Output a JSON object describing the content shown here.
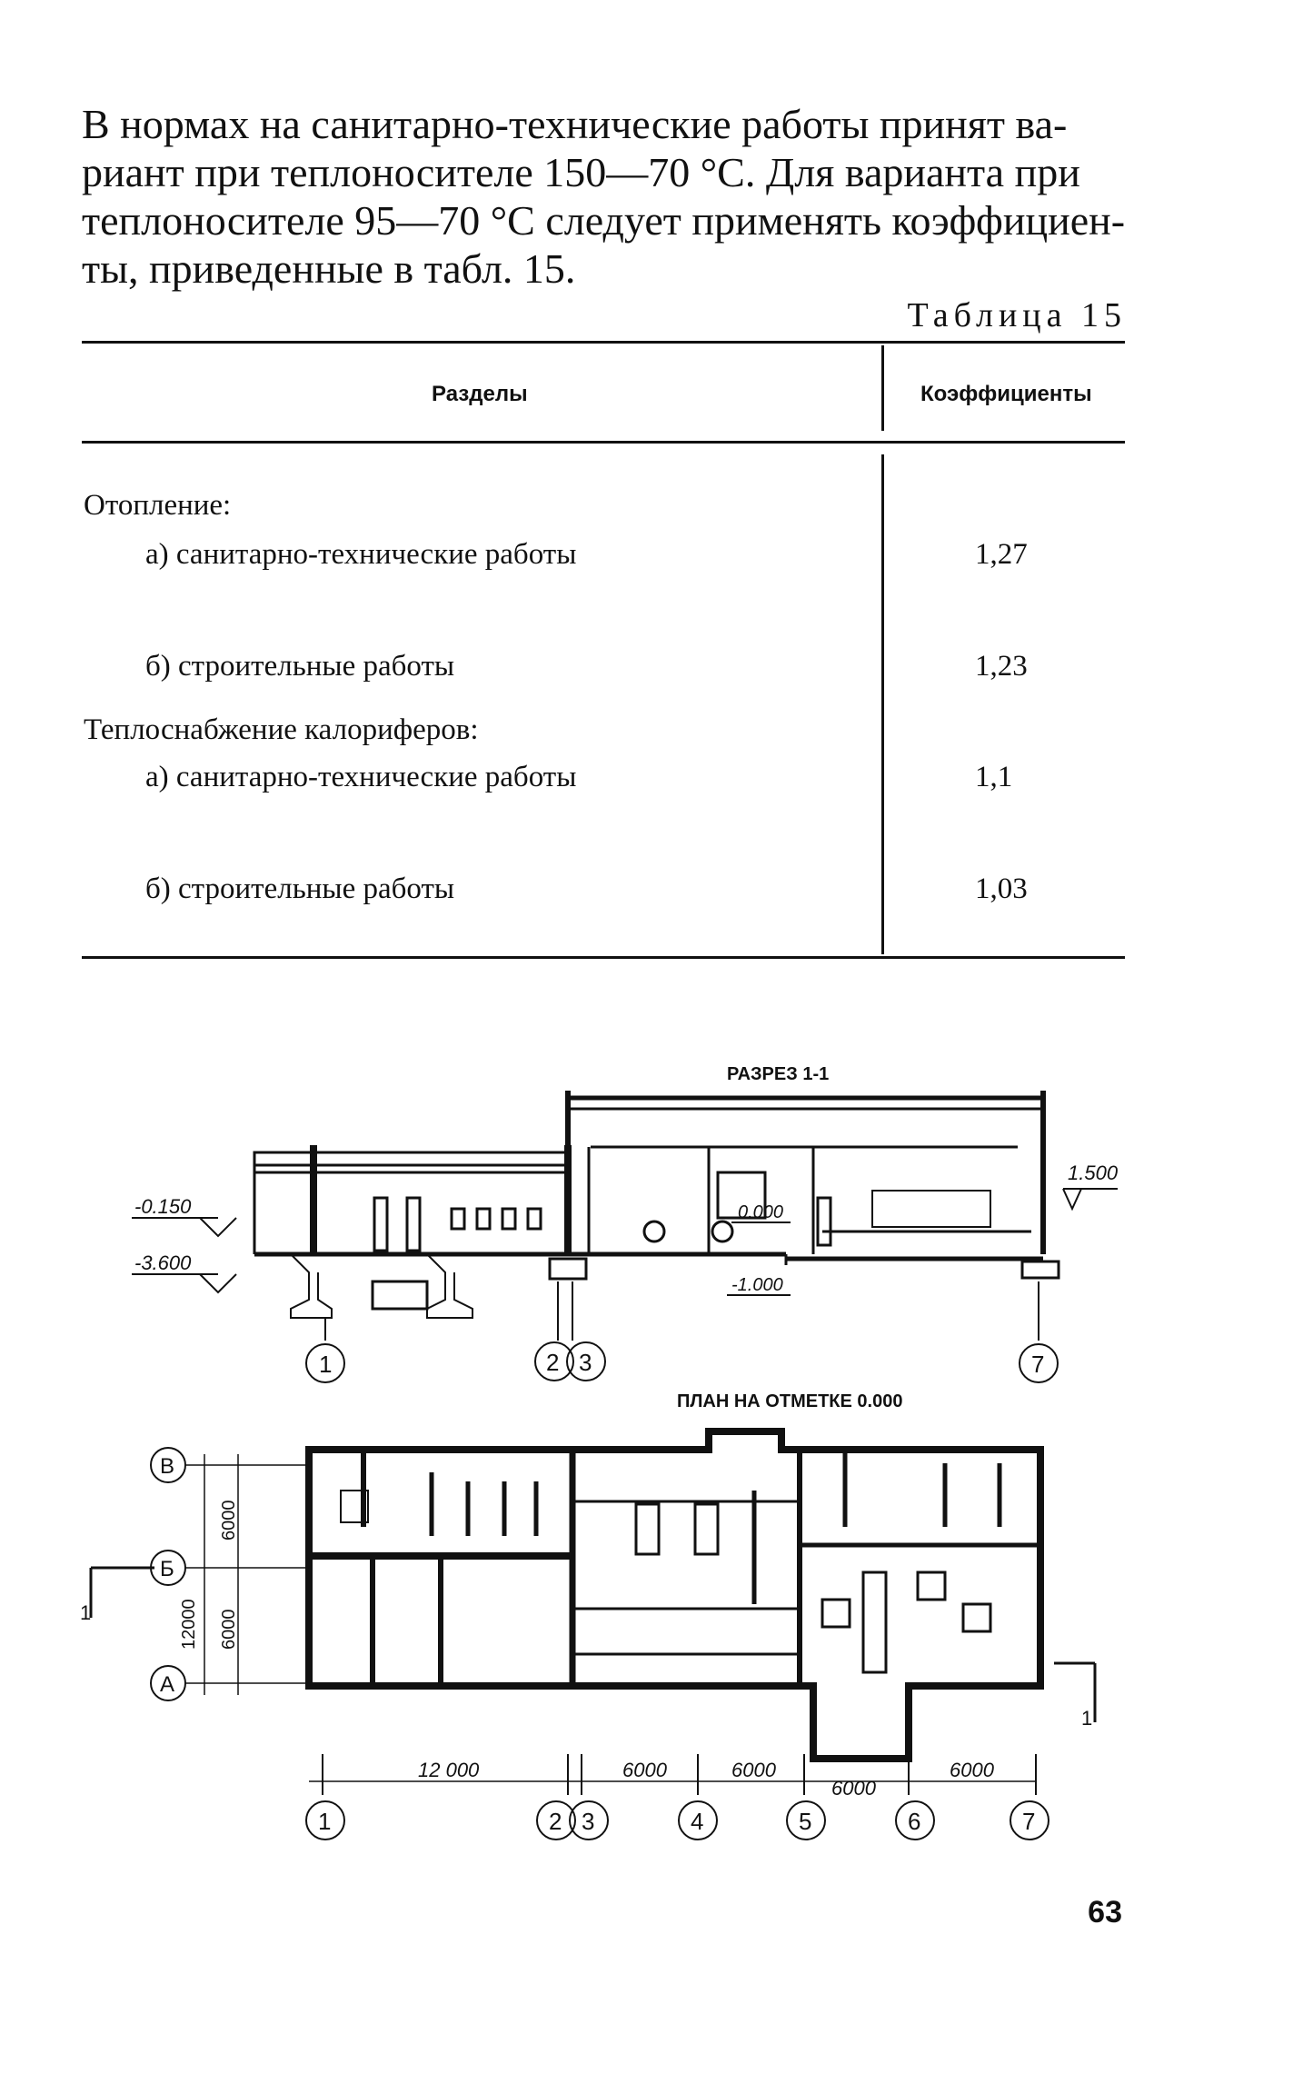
{
  "paragraph": [
    "В нормах на санитарно-технические работы принят ва-",
    "риант при теплоносителе 150—70 °С. Для варианта при",
    "теплоносителе 95—70 °С следует применять коэффициен-",
    "ты, приведенные в табл. 15."
  ],
  "table": {
    "caption": "Таблица 15",
    "headers": {
      "sections": "Разделы",
      "coefficients": "Коэффициенты"
    },
    "rows": [
      {
        "label": "Отопление:",
        "value": ""
      },
      {
        "label": "а) санитарно-технические работы",
        "value": "1,27"
      },
      {
        "label": "б) строительные работы",
        "value": "1,23"
      },
      {
        "label": "Теплоснабжение калориферов:",
        "value": ""
      },
      {
        "label": "а) санитарно-технические работы",
        "value": "1,1"
      },
      {
        "label": "б) строительные работы",
        "value": "1,03"
      }
    ]
  },
  "drawing": {
    "section_title": "РАЗРЕЗ 1-1",
    "plan_title": "ПЛАН НА ОТМЕТКЕ 0.000",
    "section_elevations": [
      "-0.150",
      "-3.600",
      "0.000",
      "-1.000",
      "1.500"
    ],
    "section_axes": [
      "1",
      "2",
      "3",
      "7"
    ],
    "plan_row_axes": [
      "В",
      "Б",
      "А"
    ],
    "plan_row_dims": [
      "6000",
      "6000",
      "12000"
    ],
    "plan_col_axes": [
      "1",
      "2",
      "3",
      "4",
      "5",
      "6",
      "7"
    ],
    "plan_col_dims": [
      "12 000",
      "6000",
      "6000",
      "6000",
      "6000"
    ],
    "cut_marks": [
      "1",
      "1"
    ]
  },
  "page_number": "63"
}
